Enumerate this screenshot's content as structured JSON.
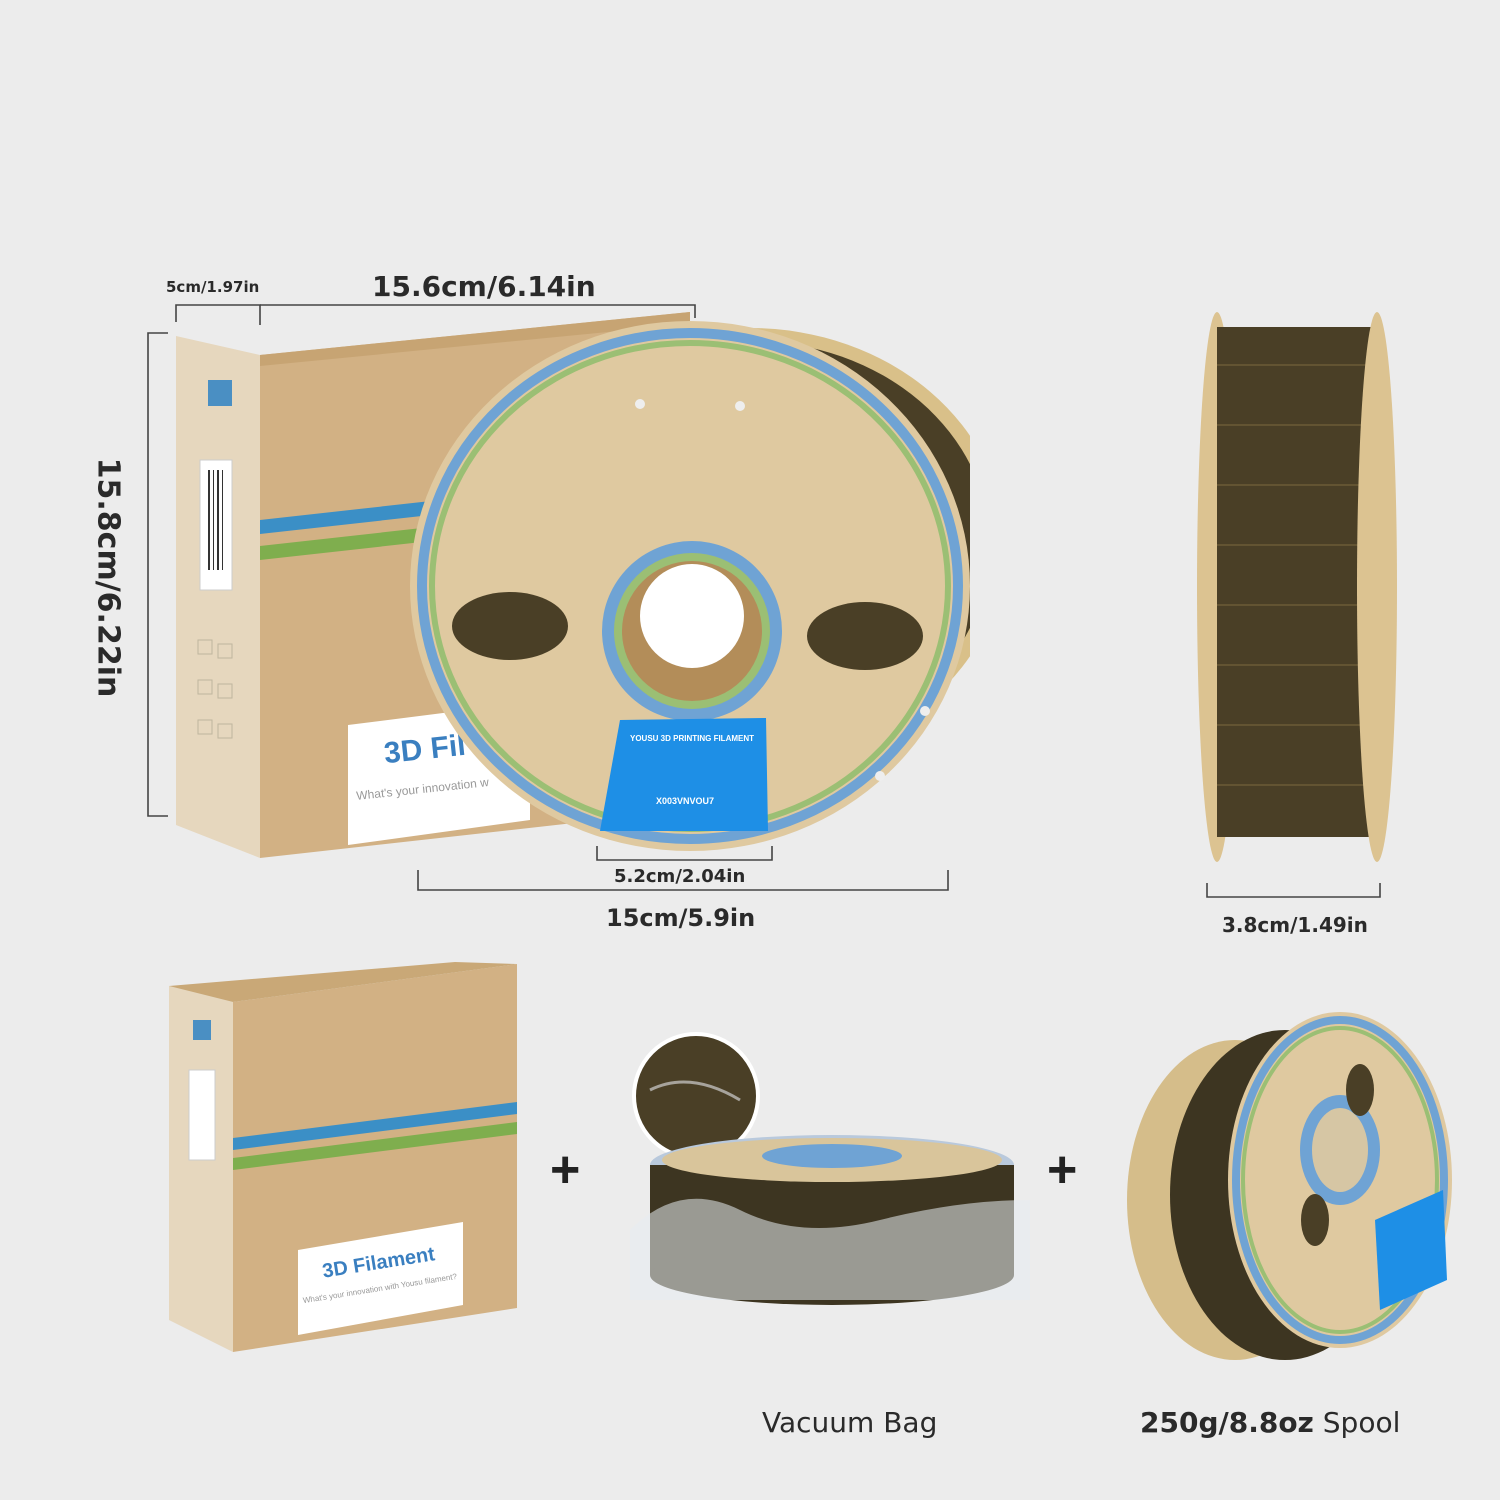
{
  "dimensions": {
    "box_depth": "5cm/1.97in",
    "box_width": "15.6cm/6.14in",
    "box_height": "15.8cm/6.22in",
    "hub_diameter": "5.2cm/2.04in",
    "spool_diameter": "15cm/5.9in",
    "spool_width": "3.8cm/1.49in"
  },
  "box": {
    "brand": "YOUSU",
    "label_title": "3D Filament",
    "label_title_partial": "3D Fil",
    "label_subtitle": "What's your innovation with Yousu filament?",
    "label_subtitle_partial": "What's your innovation w"
  },
  "spool_label": {
    "header": "YOUSU 3D PRINTING FILAMENT",
    "code": "X003VNVOU7"
  },
  "bottom": {
    "plus": "+",
    "vacuum_caption": "Vacuum Bag",
    "spool_caption_weight": "250g/8.8oz",
    "spool_caption_word": "Spool"
  },
  "colors": {
    "background": "#ececec",
    "cardboard": "#d2b184",
    "cardboard_dark": "#b99463",
    "stripe_blue": "#3b8fc6",
    "stripe_green": "#7fae4e",
    "spool_blue": "#6fa3d4",
    "filament": "#4a3f26",
    "label_blue": "#1e8fe6"
  }
}
